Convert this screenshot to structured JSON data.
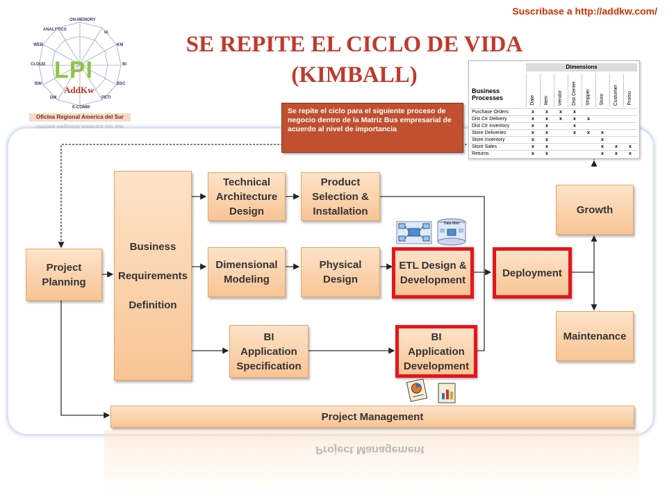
{
  "header": {
    "subscribe": "Suscribase a http://addkw.com/",
    "title_line1": "SE REPITE EL CICLO DE VIDA",
    "title_line2": "(KIMBALL)"
  },
  "logo": {
    "brand": "LPI",
    "sub": "AddKw",
    "wheel_labels": [
      "ON-MEMORY",
      "ANALYTICS",
      "IA",
      "WEB",
      "KM",
      "CLOUD",
      "BI",
      "BW",
      "BSC",
      "DM",
      "PETI",
      "E-COMM"
    ],
    "office": "Oficina Regional America del Sur"
  },
  "callout": {
    "text": "Se repite el ciclo para el siguiente proceso de negocio dentro de la Matriz Bus empresarial  de acuerdo al nivel de importancia"
  },
  "matrix": {
    "dimensions_label": "Dimensions",
    "processes_label": "Business\nProcesses",
    "columns": [
      "Date",
      "Item",
      "Vendor",
      "Dist Center",
      "Shipper",
      "Store",
      "Customer",
      "Promo"
    ],
    "rows": [
      {
        "label": "Purchase  Orders",
        "marks": [
          1,
          1,
          1,
          1,
          0,
          0,
          0,
          0
        ]
      },
      {
        "label": "Dist Ctr Delivery",
        "marks": [
          1,
          1,
          1,
          1,
          1,
          0,
          0,
          0
        ]
      },
      {
        "label": "Dist Ctr Inventory",
        "marks": [
          1,
          1,
          0,
          1,
          0,
          0,
          0,
          0
        ]
      },
      {
        "label": "Store  Deliveries",
        "marks": [
          1,
          1,
          0,
          1,
          1,
          1,
          0,
          0
        ]
      },
      {
        "label": "Store  Inventory",
        "marks": [
          1,
          1,
          0,
          0,
          0,
          1,
          0,
          0
        ]
      },
      {
        "label": "Store  Sales",
        "marks": [
          1,
          1,
          0,
          0,
          0,
          1,
          1,
          1
        ]
      },
      {
        "label": "Returns",
        "marks": [
          1,
          1,
          0,
          0,
          0,
          1,
          1,
          1
        ]
      }
    ],
    "mark": "x"
  },
  "diagram": {
    "project_planning": "Project\nPlanning",
    "business_requirements": "Business\n\nRequirements\n\nDefinition",
    "tech_arch": "Technical\nArchitecture\nDesign",
    "product_selection": "Product\nSelection &\nInstallation",
    "dimensional_modeling": "Dimensional\nModeling",
    "physical_design": "Physical\nDesign",
    "etl": "ETL Design &\nDevelopment",
    "deployment": "Deployment",
    "bi_spec": "BI\nApplication\nSpecification",
    "bi_dev": "BI\nApplication\nDevelopment",
    "growth": "Growth",
    "maintenance": "Maintenance",
    "project_management": "Project Management",
    "data_mart_label": "Data Mart"
  },
  "colors": {
    "title": "#c0392b",
    "box_top": "#fde3c8",
    "box_bottom": "#f8c495",
    "highlight": "#e8141b",
    "callout": "#c0502f"
  }
}
